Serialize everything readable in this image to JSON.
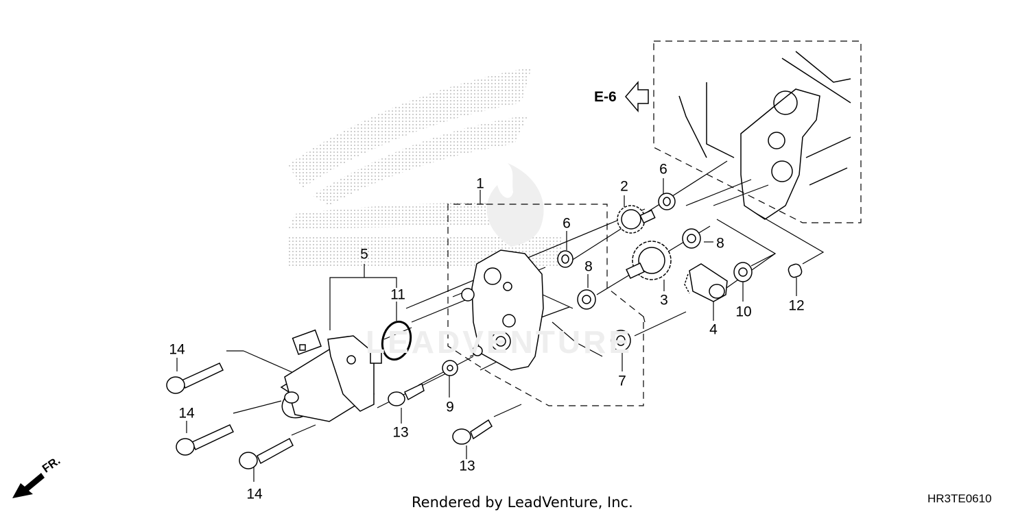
{
  "watermark": {
    "text": "LEADVENTURE"
  },
  "reference": {
    "label": "E-6"
  },
  "direction": {
    "label": "FR."
  },
  "footer": {
    "credit": "Rendered by LeadVenture, Inc.",
    "code": "HR3TE0610"
  },
  "callouts": [
    {
      "n": "1"
    },
    {
      "n": "2"
    },
    {
      "n": "3"
    },
    {
      "n": "4"
    },
    {
      "n": "5"
    },
    {
      "n": "6"
    },
    {
      "n": "6"
    },
    {
      "n": "7"
    },
    {
      "n": "8"
    },
    {
      "n": "8"
    },
    {
      "n": "9"
    },
    {
      "n": "10"
    },
    {
      "n": "11"
    },
    {
      "n": "12"
    },
    {
      "n": "13"
    },
    {
      "n": "13"
    },
    {
      "n": "14"
    },
    {
      "n": "14"
    },
    {
      "n": "14"
    }
  ]
}
